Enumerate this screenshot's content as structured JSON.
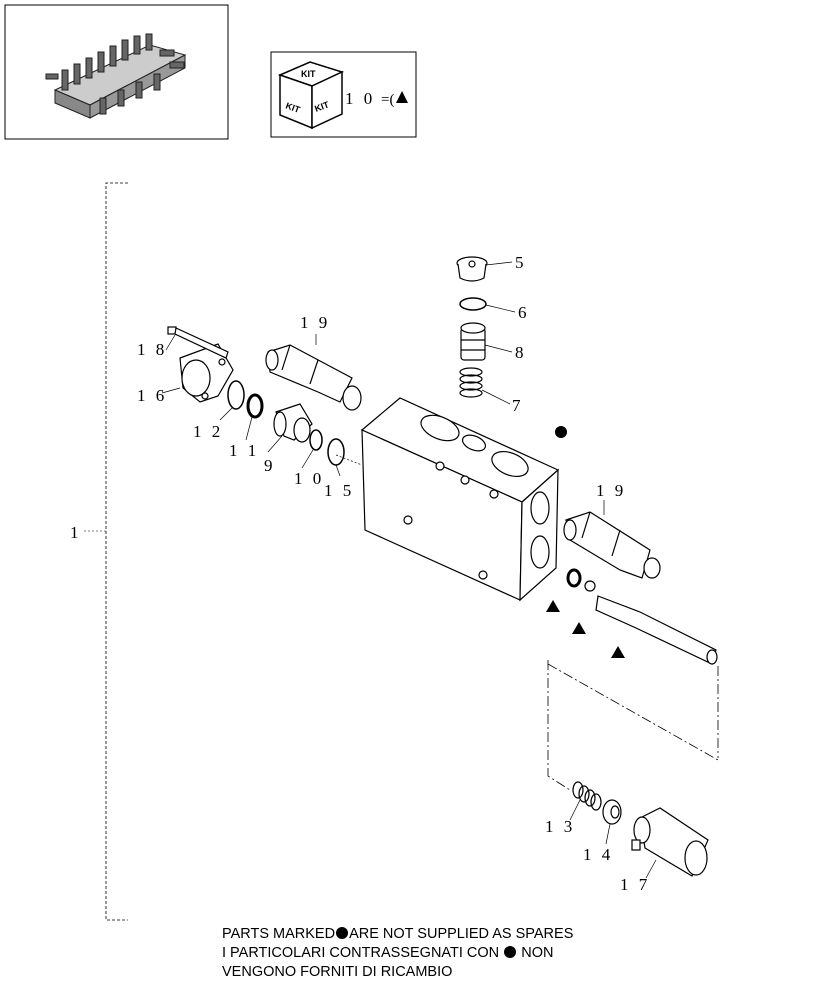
{
  "kit_box": {
    "kit_label": "KIT",
    "ref": "1 0",
    "marker_suffix": "=("
  },
  "labels": {
    "p1": "1",
    "p5": "5",
    "p6": "6",
    "p7": "7",
    "p8": "8",
    "p9": "9",
    "p10": "1 0",
    "p11": "1 1",
    "p12": "1 2",
    "p13": "1 3",
    "p14": "1 4",
    "p15": "1 5",
    "p16": "1 6",
    "p17": "1 7",
    "p18": "1 8",
    "p19a": "1 9",
    "p19b": "1 9"
  },
  "notes": {
    "line1_a": "PARTS MARKED",
    "line1_b": "ARE NOT SUPPLIED AS SPARES",
    "line2_a": "I PARTICOLARI CONTRASSEGNATI CON",
    "line2_b": "NON",
    "line3": "VENGONO FORNITI DI RICAMBIO"
  }
}
